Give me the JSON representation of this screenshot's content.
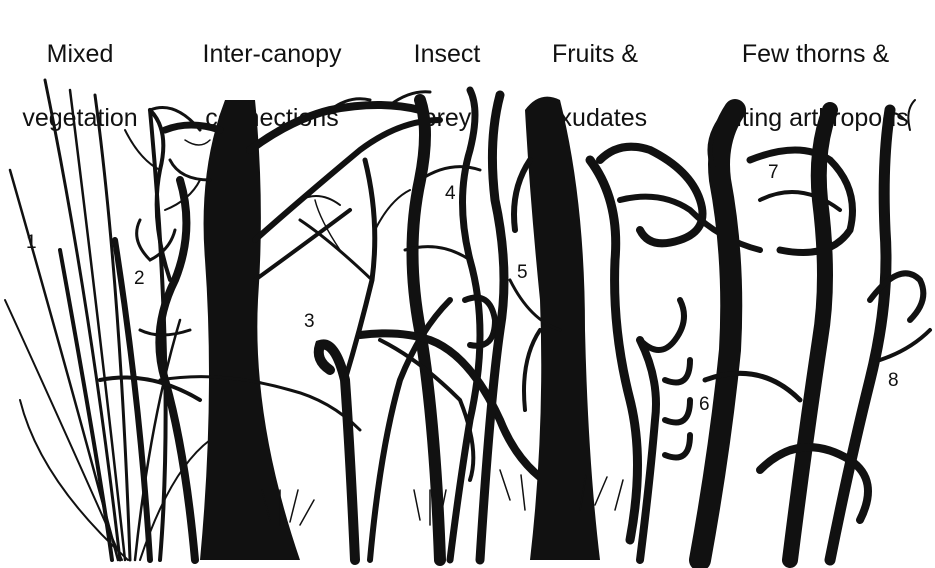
{
  "headings": [
    {
      "line1": "Mixed",
      "line2": "vegetation"
    },
    {
      "line1": "Inter-canopy",
      "line2": "connections"
    },
    {
      "line1": "Insect",
      "line2": "prey"
    },
    {
      "line1": "Fruits &",
      "line2": "Exudates"
    },
    {
      "line1": "Few thorns &",
      "line2": "biting arthropods"
    }
  ],
  "labels": [
    "1",
    "2",
    "3",
    "4",
    "5",
    "6",
    "7",
    "8"
  ],
  "colors": {
    "ink": "#111111",
    "background": "#ffffff"
  }
}
